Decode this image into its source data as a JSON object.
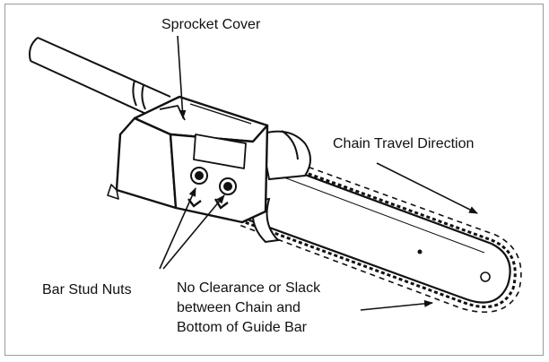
{
  "labels": {
    "sprocket_cover": "Sprocket Cover",
    "chain_travel_direction": "Chain Travel Direction",
    "bar_stud_nuts": "Bar Stud Nuts",
    "clearance_line1": "No Clearance or Slack",
    "clearance_line2": "between Chain and",
    "clearance_line3": "Bottom of Guide Bar"
  },
  "colors": {
    "ink": "#111111",
    "border": "#9a9a9a",
    "background": "#ffffff"
  }
}
